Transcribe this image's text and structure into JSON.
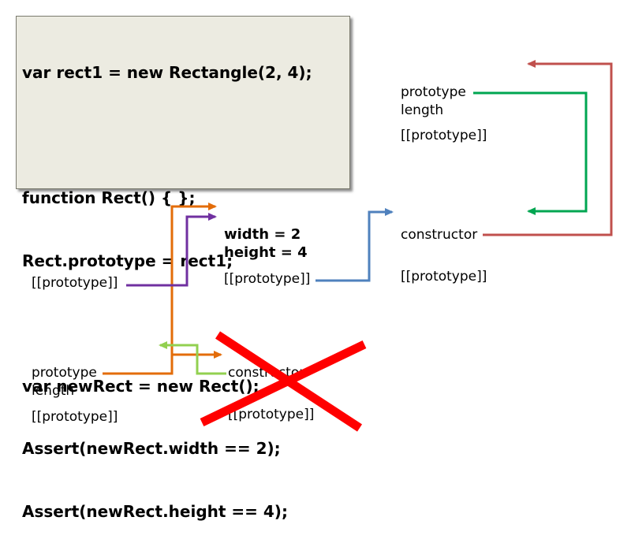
{
  "code": {
    "lines": [
      "var rect1 = new Rectangle(2, 4);",
      "",
      "function Rect() { };",
      "Rect.prototype = rect1;",
      "",
      "var newRect = new Rect();",
      "Assert(newRect.width == 2);",
      "Assert(newRect.height == 4);"
    ]
  },
  "rectangle_function": {
    "prototype_label": "prototype",
    "length_label": "length",
    "proto_label": "[[prototype]]"
  },
  "rectangle_prototype": {
    "constructor_label": "constructor",
    "proto_label": "[[prototype]]"
  },
  "rect1_object": {
    "width_label": "width = 2",
    "height_label": "height = 4",
    "proto_label": "[[prototype]]"
  },
  "new_rect_object": {
    "proto_label": "[[prototype]]"
  },
  "rect_function": {
    "prototype_label": "prototype",
    "length_label": "length",
    "proto_label": "[[prototype]]"
  },
  "rect_default_prototype": {
    "constructor_label": "constructor",
    "proto_label": "[[prototype]]"
  },
  "colors": {
    "green": "#00a651",
    "dark_red": "#c0504d",
    "blue": "#4f81bd",
    "orange": "#e36c09",
    "purple": "#7030a0",
    "light_green": "#92d050",
    "cross_red": "#ff0000"
  }
}
